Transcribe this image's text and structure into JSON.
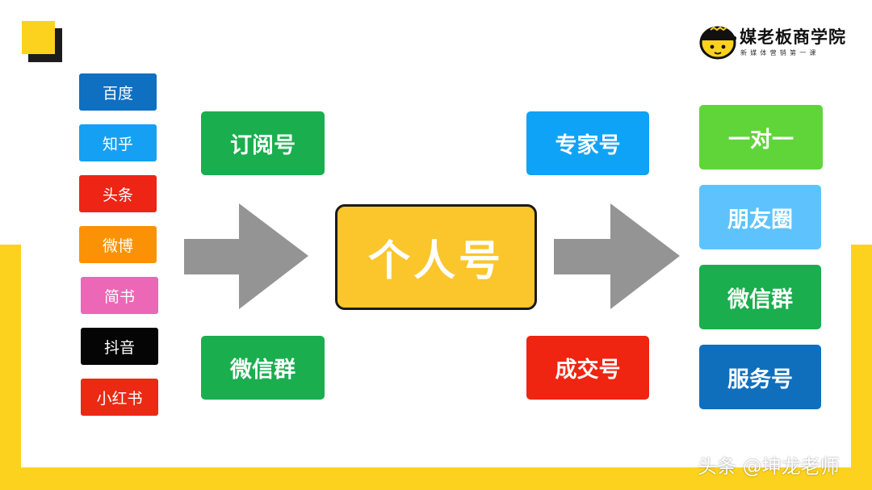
{
  "logo": {
    "title": "媒老板商学院",
    "subtitle": "新媒体营销第一课"
  },
  "sources": [
    {
      "label": "百度",
      "color": "#0f6fc1"
    },
    {
      "label": "知乎",
      "color": "#16a0f3"
    },
    {
      "label": "头条",
      "color": "#ee2414"
    },
    {
      "label": "微博",
      "color": "#fb9205"
    },
    {
      "label": "简书",
      "color": "#ec68b6"
    },
    {
      "label": "抖音",
      "color": "#050505"
    },
    {
      "label": "小红书",
      "color": "#ec2a14"
    }
  ],
  "channels": [
    {
      "label": "订阅号",
      "color": "#1aae4e"
    },
    {
      "label": "微信群",
      "color": "#1aae4e"
    }
  ],
  "core": {
    "label": "个人号",
    "color": "#fbc62c"
  },
  "roles": [
    {
      "label": "专家号",
      "color": "#0ea3f6"
    },
    {
      "label": "成交号",
      "color": "#ef2411"
    }
  ],
  "conversions": [
    {
      "label": "一对一",
      "color": "#5fd53a"
    },
    {
      "label": "朋友圈",
      "color": "#5ec3fd"
    },
    {
      "label": "微信群",
      "color": "#1aae4e"
    },
    {
      "label": "服务号",
      "color": "#0f6fbd"
    }
  ],
  "arrow_color": "#949494",
  "watermark": "头条 @坤龙老师"
}
